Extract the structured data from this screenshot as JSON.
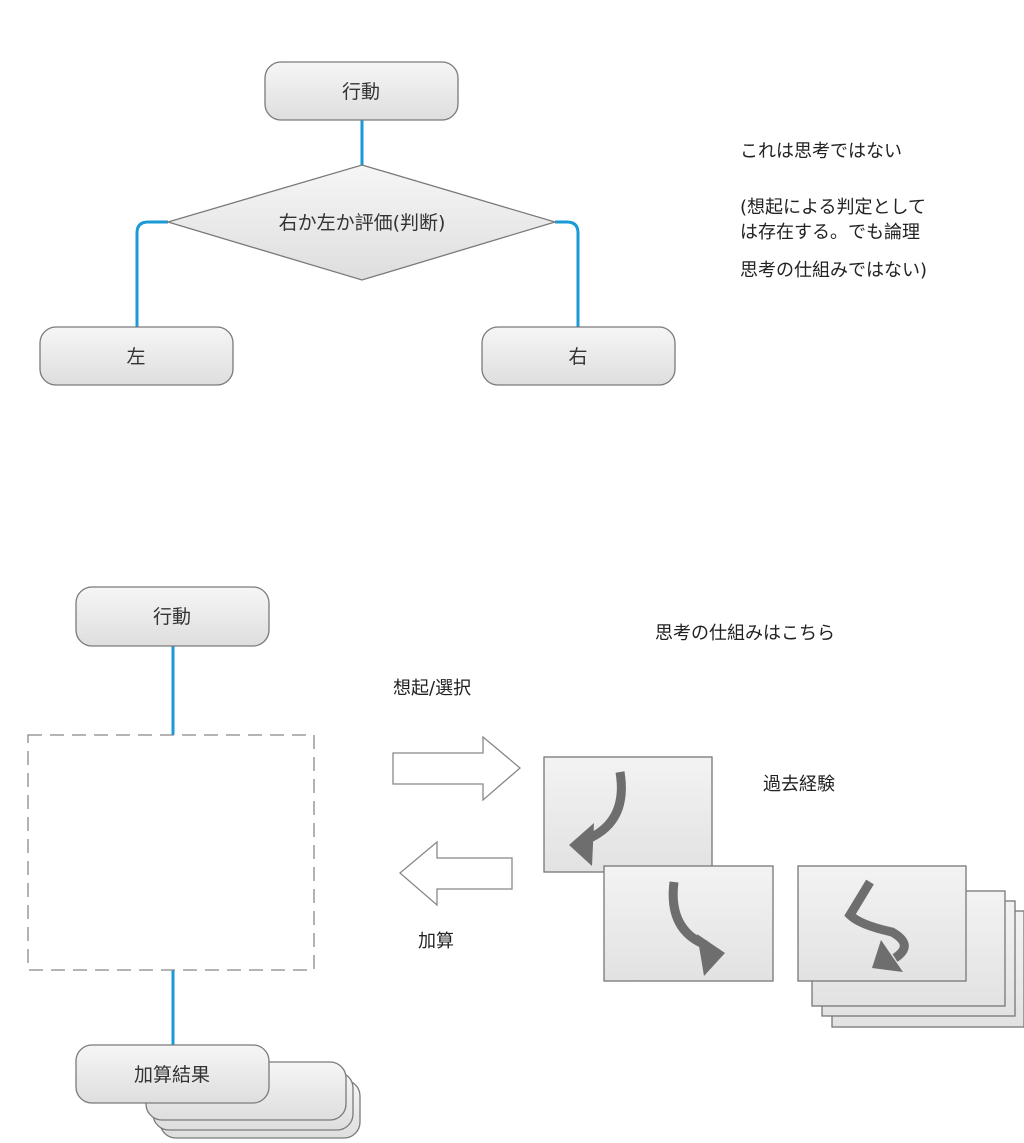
{
  "colors": {
    "connector": "#1a9ad6",
    "node_fill": "#e8e8e8",
    "node_border": "#7a7a7a",
    "arrow": "#6e6e6e"
  },
  "top_flow": {
    "action": "行動",
    "decision": "右か左か評価(判断)",
    "left": "左",
    "right": "右",
    "note_title": "これは思考ではない",
    "note_lines": [
      "(想起による判定として",
      "は存在する。でも論理",
      "思考の仕組みではない)"
    ]
  },
  "bottom_flow": {
    "action": "行動",
    "result": "加算結果",
    "heading": "思考の仕組みはこちら",
    "recall_label": "想起/選択",
    "add_label": "加算",
    "experience_label": "過去経験",
    "icons": [
      "curved-arrow-down-left-icon",
      "curved-arrow-down-right-icon",
      "zigzag-arrow-down-icon"
    ]
  }
}
